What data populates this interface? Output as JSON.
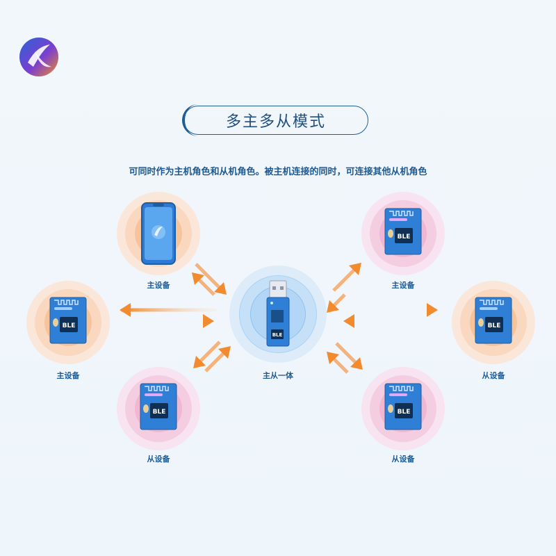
{
  "brand": {
    "logo_icon": "xl-brand-logo-icon"
  },
  "title": "多主多从模式",
  "subtitle": "可同时作为主机角色和从机角色。被主机连接的同时，可连接其他从机角色",
  "center": {
    "label": "主从一体",
    "chip_text": "BLE"
  },
  "devices": [
    {
      "id": "top-left",
      "label": "主设备",
      "kind": "phone",
      "tone": "orange"
    },
    {
      "id": "mid-left",
      "label": "主设备",
      "kind": "module",
      "tone": "orange",
      "chip_text": "BLE"
    },
    {
      "id": "bottom-left",
      "label": "从设备",
      "kind": "module",
      "tone": "pink",
      "chip_text": "BLE"
    },
    {
      "id": "top-right",
      "label": "主设备",
      "kind": "module",
      "tone": "pink",
      "chip_text": "BLE"
    },
    {
      "id": "mid-right",
      "label": "从设备",
      "kind": "module",
      "tone": "orange",
      "chip_text": "BLE"
    },
    {
      "id": "bottom-right",
      "label": "从设备",
      "kind": "module",
      "tone": "pink",
      "chip_text": "BLE"
    }
  ],
  "colors": {
    "title_text": "#1f4f80",
    "label_text": "#1d5a94",
    "arrow": "#f28a2e",
    "orange_ring": "#f7c39a",
    "pink_ring": "#f0b6d2",
    "blue_ring": "#a9d3f5",
    "module_board": "#2f7fd6"
  }
}
